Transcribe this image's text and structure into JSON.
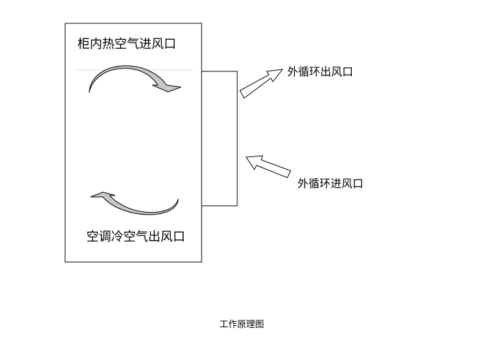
{
  "labels": {
    "cabinet_hot_air_inlet": "柜内热空气进风口",
    "ac_cold_air_outlet": "空调冷空气出风口",
    "external_circulation_outlet": "外循环出风口",
    "external_circulation_inlet": "外循环进风口"
  },
  "caption": "工作原理图",
  "colors": {
    "line": "#000000",
    "arrow_fill": "#c8c8c8",
    "background": "#ffffff"
  }
}
